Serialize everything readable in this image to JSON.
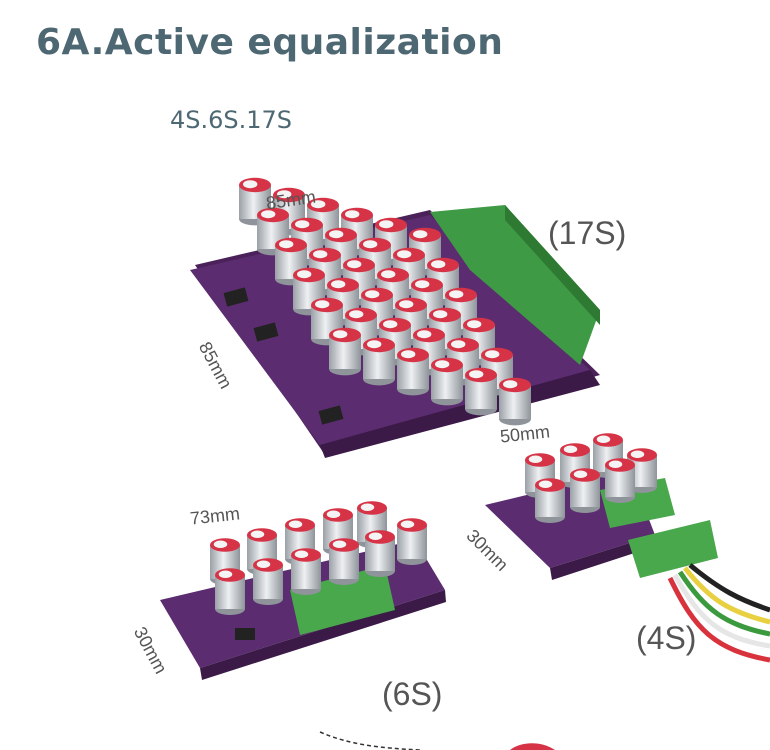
{
  "heading": "6A.Active equalization",
  "series_label": "4S.6S.17S",
  "boards": {
    "s17": {
      "label": "(17S)",
      "width": "85mm",
      "height": "85mm"
    },
    "s6": {
      "label": "(6S)",
      "width": "73mm",
      "height": "30mm"
    },
    "s4": {
      "label": "(4S)",
      "width": "50mm",
      "height": "30mm"
    }
  },
  "colors": {
    "pcb": "#5b2c6f",
    "cap_body": "#c9cdd2",
    "cap_top": "#d63346",
    "terminal": "#49a84c"
  }
}
